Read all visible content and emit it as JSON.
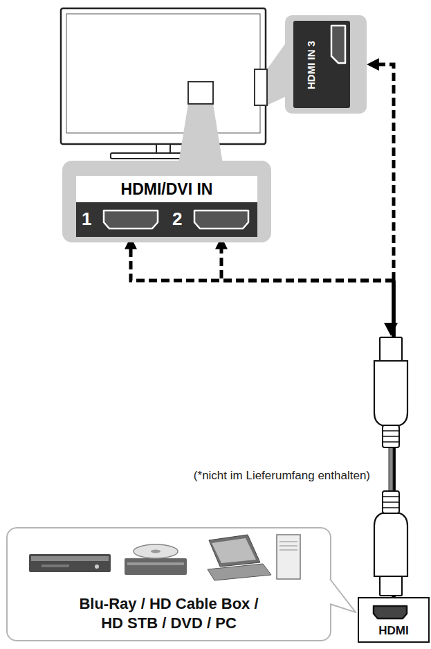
{
  "diagram": {
    "nodes": [
      {
        "text": [
          "HDMI IN 3"
        ]
      },
      {
        "text": [
          "HDMI/DVI IN"
        ]
      },
      {
        "text": [
          "1"
        ],
        "in": 1
      },
      {
        "text": [
          "2"
        ],
        "in": 1
      },
      {
        "text": [
          "Blu-Ray / HD Cable Box / HD STB / DVD / PC"
        ]
      },
      {
        "text": [
          "HDMI"
        ]
      }
    ],
    "edges": [
      {
        "from": 5,
        "to": 0,
        "arrow": "to"
      },
      {
        "from": 5,
        "to": 2,
        "arrow": "to"
      },
      {
        "from": 5,
        "to": 3,
        "arrow": "to"
      }
    ],
    "labels": [
      "(*nicht im Lieferumfang enthalten)"
    ]
  }
}
